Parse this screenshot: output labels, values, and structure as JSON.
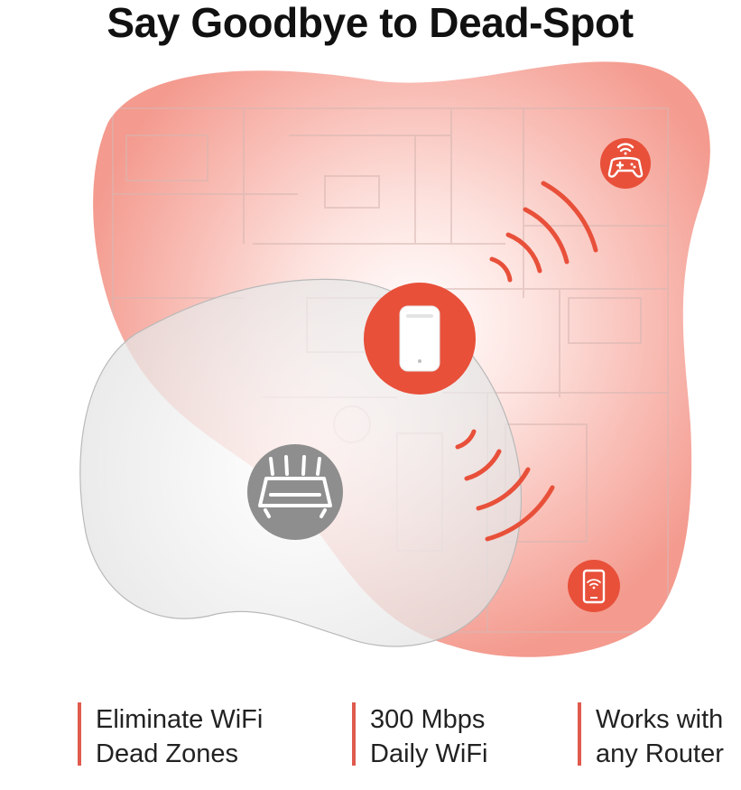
{
  "headline": "Say Goodbye to Dead-Spot",
  "features": [
    {
      "line1": "Eliminate WiFi",
      "line2": "Dead Zones"
    },
    {
      "line1": "300 Mbps",
      "line2": "Daily WiFi"
    },
    {
      "line1": "Works with",
      "line2": "any Router"
    }
  ],
  "colors": {
    "accent": "#e8503a",
    "coverage": "#f6a79c",
    "router": "#8e8e8e",
    "bar": "#e05a4e"
  },
  "icons": {
    "extender": "range-extender-icon",
    "router": "router-icon",
    "gamepad": "gamepad-wifi-icon",
    "phone": "phone-wifi-icon"
  }
}
